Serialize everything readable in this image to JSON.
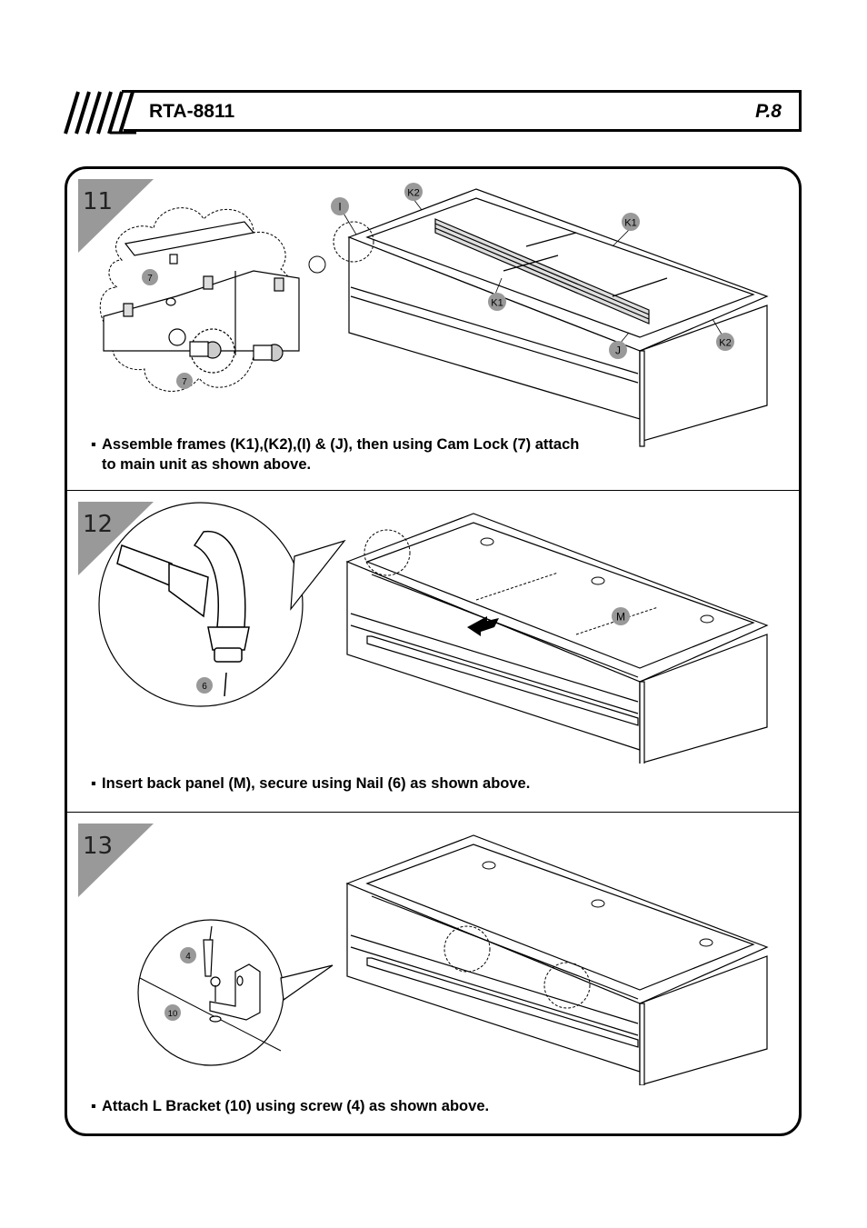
{
  "header": {
    "model": "RTA-8811",
    "page": "P.8"
  },
  "steps": [
    {
      "number": "11",
      "labels": {
        "cam": "7",
        "i": "I",
        "j": "J",
        "k1": "K1",
        "k2": "K2"
      },
      "caption_line1": "Assemble frames (K1),(K2),(I) & (J), then using Cam Lock (7) attach",
      "caption_line2": "to main unit as shown above."
    },
    {
      "number": "12",
      "labels": {
        "nail": "6",
        "m": "M"
      },
      "caption_line1": "Insert back panel (M), secure using Nail (6) as shown above."
    },
    {
      "number": "13",
      "labels": {
        "screw": "4",
        "bracket": "10"
      },
      "caption_line1": "Attach L Bracket (10) using screw (4) as shown above."
    }
  ]
}
